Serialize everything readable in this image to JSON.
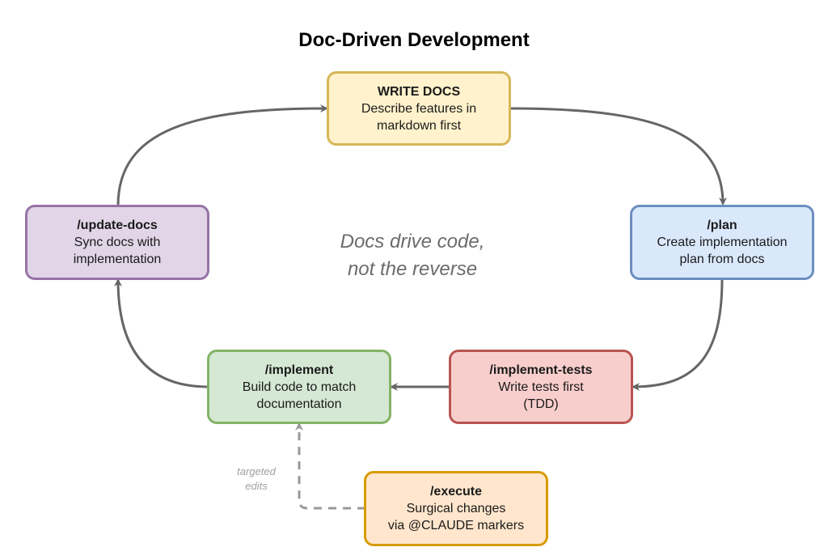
{
  "title": "Doc-Driven Development",
  "center_note": {
    "line1": "Docs drive code,",
    "line2": "not the reverse"
  },
  "nodes": [
    {
      "id": "write-docs",
      "title": "WRITE DOCS",
      "line1": "Describe features in",
      "line2": "markdown first",
      "fill": "#fff2cc",
      "stroke": "#d6b656"
    },
    {
      "id": "plan",
      "title": "/plan",
      "line1": "Create implementation",
      "line2": "plan from docs",
      "fill": "#dae8fc",
      "stroke": "#6c8ebf"
    },
    {
      "id": "implement-tests",
      "title": "/implement-tests",
      "line1": "Write tests first",
      "line2": "(TDD)",
      "fill": "#f8cecc",
      "stroke": "#b85450"
    },
    {
      "id": "implement",
      "title": "/implement",
      "line1": "Build code to match",
      "line2": "documentation",
      "fill": "#d5e8d4",
      "stroke": "#82b366"
    },
    {
      "id": "update-docs",
      "title": "/update-docs",
      "line1": "Sync docs with",
      "line2": "implementation",
      "fill": "#e1d5e7",
      "stroke": "#9673a6"
    },
    {
      "id": "execute",
      "title": "/execute",
      "line1": "Surgical changes",
      "line2": "via @CLAUDE markers",
      "fill": "#ffe6cc",
      "stroke": "#d79b00"
    }
  ],
  "edges": [
    {
      "from": "write-docs",
      "to": "plan",
      "style": "solid"
    },
    {
      "from": "plan",
      "to": "implement-tests",
      "style": "solid"
    },
    {
      "from": "implement-tests",
      "to": "implement",
      "style": "solid"
    },
    {
      "from": "implement",
      "to": "update-docs",
      "style": "solid"
    },
    {
      "from": "update-docs",
      "to": "write-docs",
      "style": "solid"
    },
    {
      "from": "execute",
      "to": "implement",
      "style": "dashed",
      "label": {
        "line1": "targeted",
        "line2": "edits"
      }
    }
  ],
  "colors": {
    "edge": "#666666",
    "dashed_edge": "#999999"
  }
}
